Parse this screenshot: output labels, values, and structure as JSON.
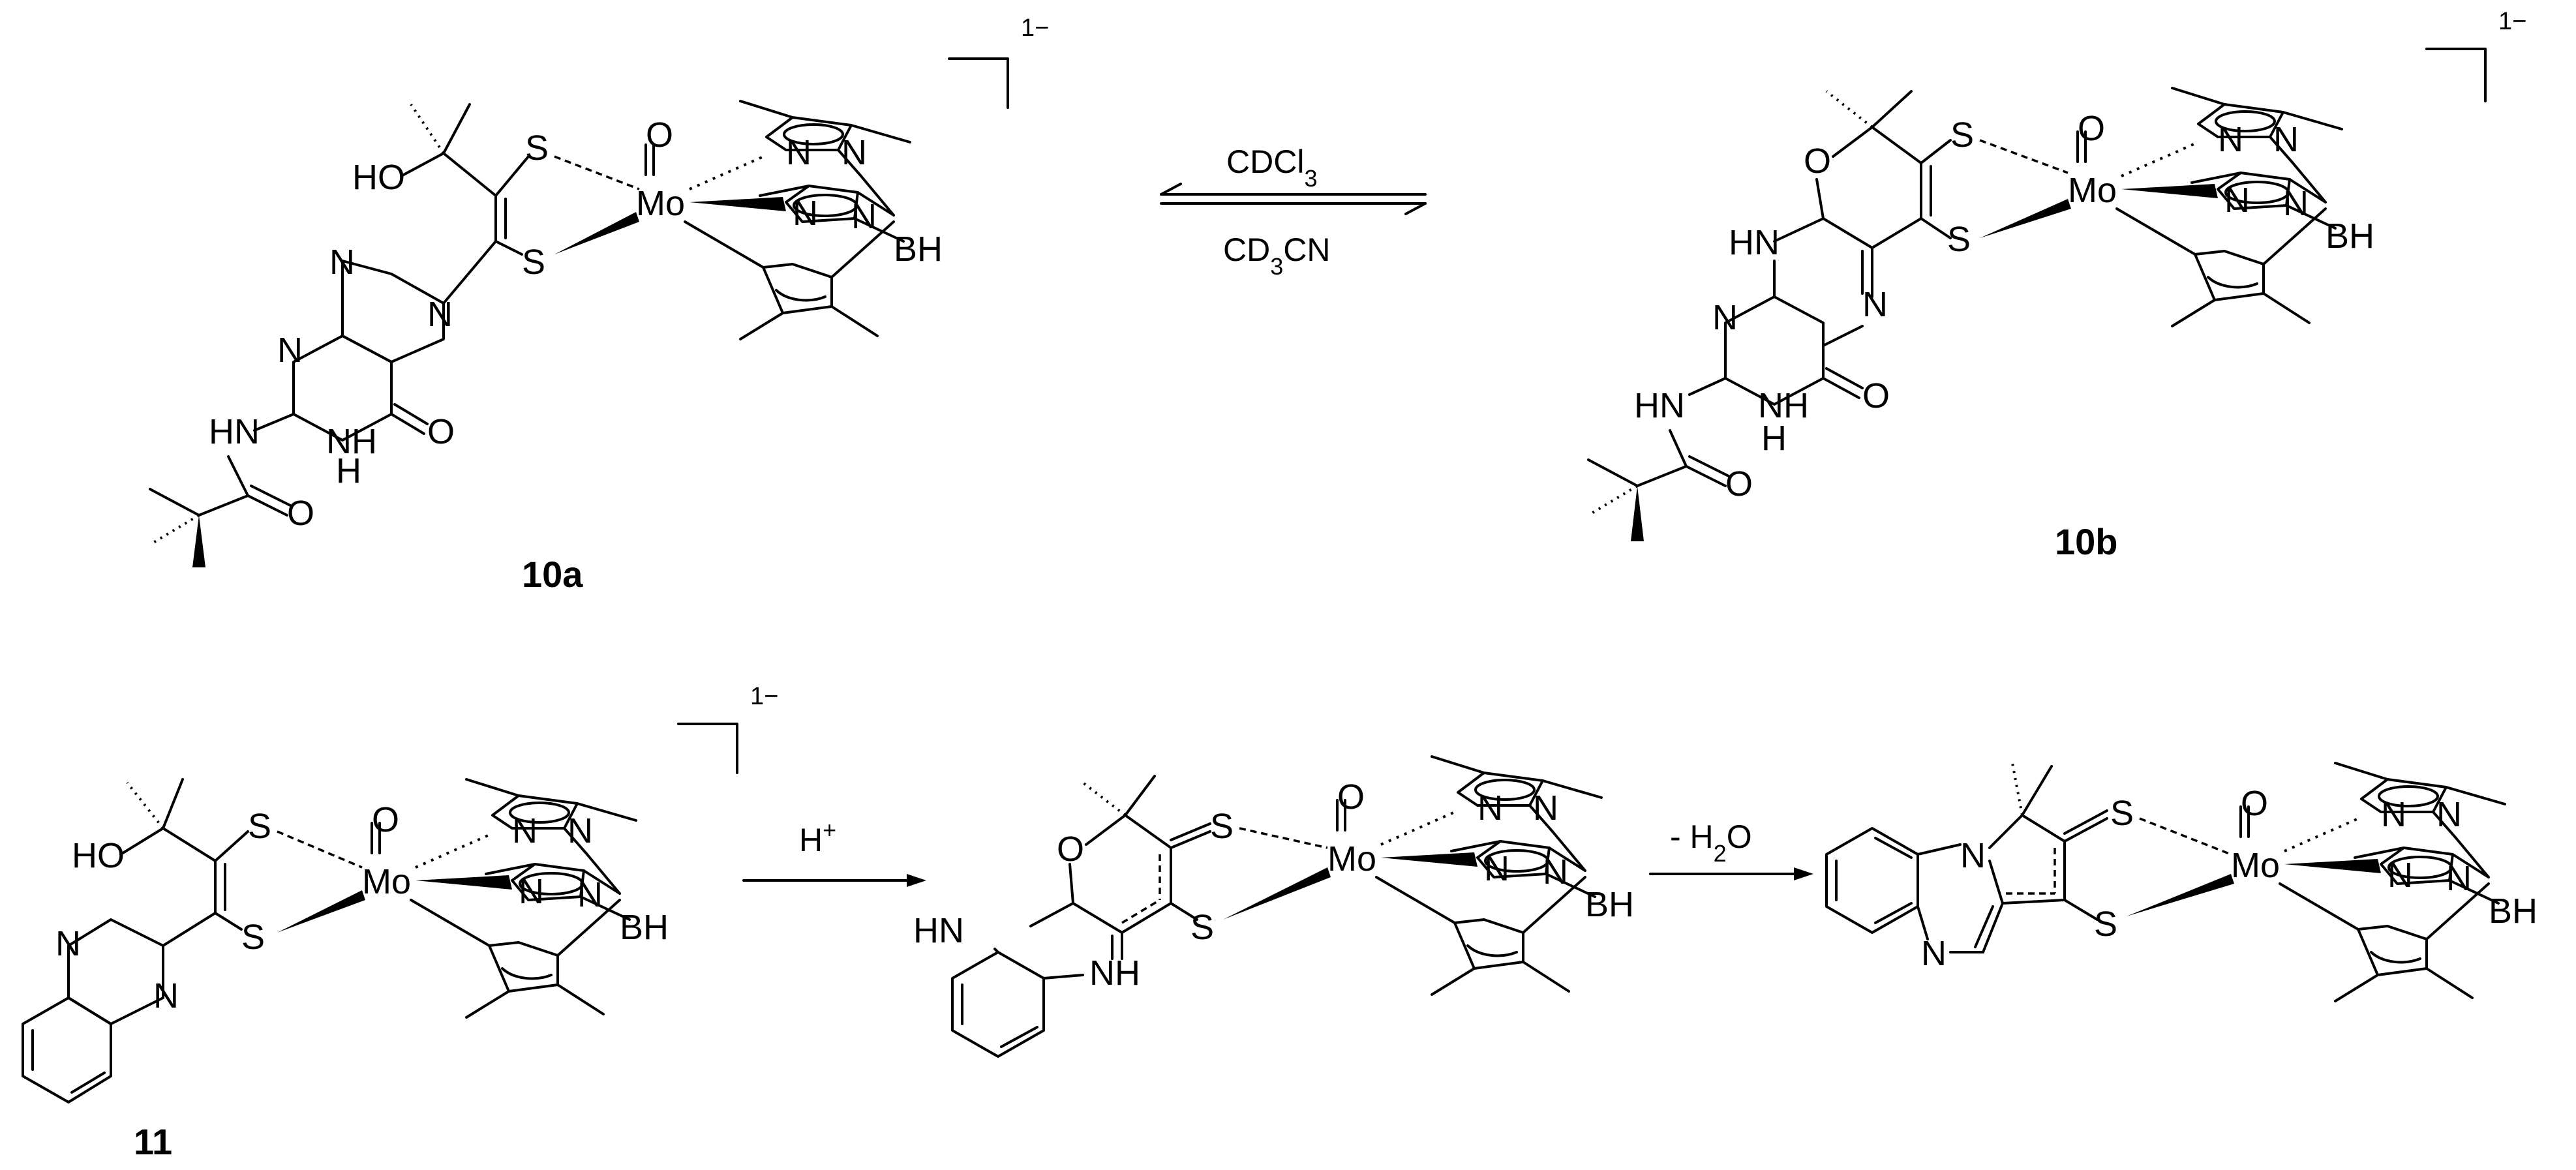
{
  "scheme": {
    "labels": {
      "c10a": "10a",
      "c10b": "10b",
      "c11": "11"
    },
    "charges": {
      "c10a": "1−",
      "c10b": "1−",
      "c11": "1−"
    },
    "conditions": {
      "equilibrium_top": "CDCl3",
      "equilibrium_bottom": "CD3CN",
      "step1": "H+",
      "step2": "- H2O"
    },
    "atoms": {
      "ho": "HO",
      "s": "S",
      "mo": "Mo",
      "o": "O",
      "n": "N",
      "nh": "NH",
      "hn": "HN",
      "h": "H",
      "bh": "BH"
    }
  }
}
